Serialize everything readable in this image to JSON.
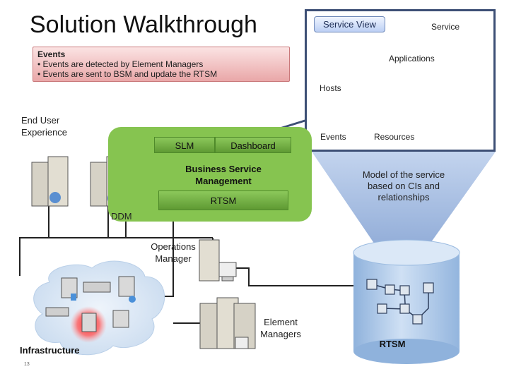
{
  "title": "Solution Walkthrough",
  "events_box": {
    "heading": "Events",
    "bullets": [
      "• Events are detected by Element Managers",
      "• Events are sent to BSM and update the RTSM"
    ]
  },
  "service_view": {
    "button_label": "Service View",
    "service_label": "Service",
    "applications_label": "Applications",
    "hosts_label": "Hosts",
    "events_label": "Events",
    "resources_label": "Resources"
  },
  "end_user_experience": "End User\nExperience",
  "bsm": {
    "slm_label": "SLM",
    "dashboard_label": "Dashboard",
    "bsm_label": "Business Service\nManagement",
    "rtsm_label": "RTSM"
  },
  "ddm_label": "DDM",
  "operations_manager": "Operations\nManager",
  "element_managers": "Element\nManagers",
  "infrastructure": "Infrastructure",
  "model_label": "Model of the service\nbased on CIs and\nrelationships",
  "rtsm_db_label": "RTSM",
  "page_number": "13",
  "colors": {
    "green_panel": "#86c450",
    "events_gradient_top": "#fbe3e3",
    "events_gradient_bottom": "#e9a7a8",
    "panel_border": "#3d4f75",
    "cylinder": "#bad3ee",
    "funnel": "#a9c0e2",
    "alert": "#e8352d"
  }
}
